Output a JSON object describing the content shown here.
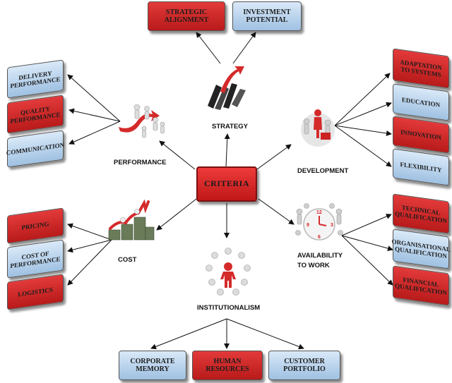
{
  "center": "CRITERIA",
  "top_boxes": [
    {
      "label": "STRATEGIC ALIGNMENT",
      "color": "red"
    },
    {
      "label": "INVESTMENT POTENTIAL",
      "color": "blue"
    }
  ],
  "left_top_boxes": [
    {
      "label": "DELIVERY PERFORMANCE",
      "color": "blue"
    },
    {
      "label": "QUALITY PERFORMANCE",
      "color": "red"
    },
    {
      "label": "COMMUNICATION",
      "color": "blue"
    }
  ],
  "left_bottom_boxes": [
    {
      "label": "PRICING",
      "color": "red"
    },
    {
      "label": "COST OF PERFORMANCE",
      "color": "blue"
    },
    {
      "label": "LOGISTICS",
      "color": "red"
    }
  ],
  "right_top_boxes": [
    {
      "label": "ADAPTATION TO SYSTEMS",
      "color": "red"
    },
    {
      "label": "EDUCATION",
      "color": "blue"
    },
    {
      "label": "INNOVATION",
      "color": "red"
    },
    {
      "label": "FLEXIBILITY",
      "color": "blue"
    }
  ],
  "right_bottom_boxes": [
    {
      "label": "TECHNICAL QUALIFICATION",
      "color": "red"
    },
    {
      "label": "ORGANISATIONAL QUALIFICATION",
      "color": "blue"
    },
    {
      "label": "FINANCIAL QUALIFICATION",
      "color": "red"
    }
  ],
  "bottom_boxes": [
    {
      "label": "CORPORATE MEMORY",
      "color": "blue"
    },
    {
      "label": "HUMAN RESOURCES",
      "color": "red"
    },
    {
      "label": "CUSTOMER PORTFOLIO",
      "color": "blue"
    }
  ],
  "nodes": {
    "strategy": "STRATEGY",
    "performance": "PERFORMANCE",
    "development": "DEVELOPMENT",
    "cost": "COST",
    "availability_line1": "AVAILABILITY",
    "availability_line2": "TO WORK",
    "institutionalism": "INSTITUTIONALISM"
  },
  "icons": {
    "strategy": "strategy-arrows-icon",
    "performance": "racing-figures-icon",
    "development": "figure-climbing-icon",
    "cost": "money-stacks-chart-icon",
    "availability": "clock-team-icon",
    "institutionalism": "leader-circle-icon"
  },
  "colors": {
    "red": "#d42a2a",
    "blue": "#bcd6ee",
    "arrow": "#111111"
  }
}
